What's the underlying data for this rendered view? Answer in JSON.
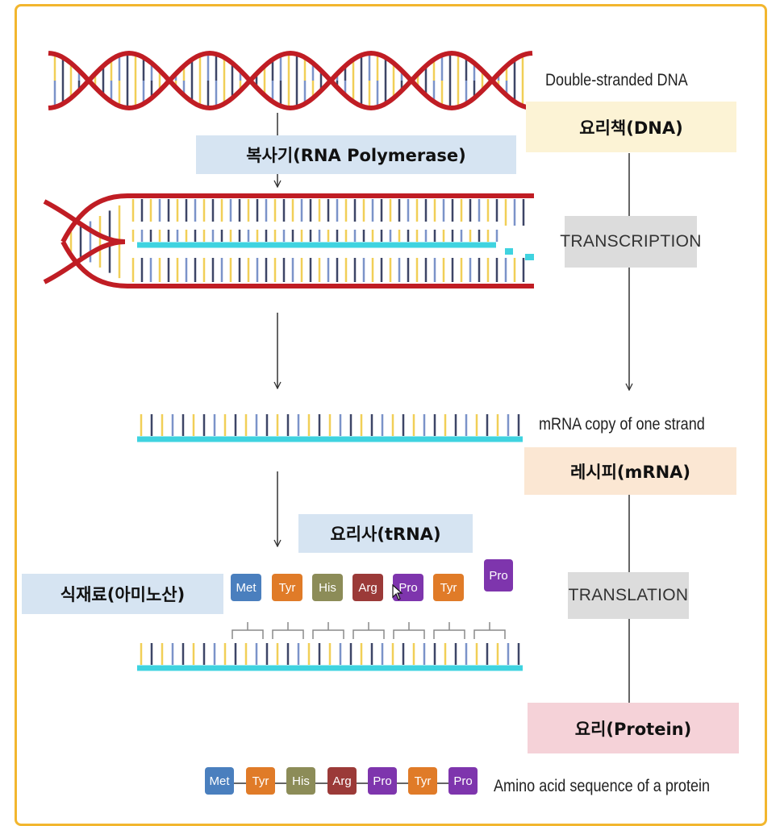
{
  "labels": {
    "dna_caption": "Double-stranded DNA",
    "cookbook": "요리책(DNA)",
    "polymerase": "복사기(RNA Polymerase)",
    "transcription": "TRANSCRIPTION",
    "mrna_caption": "mRNA copy of one strand",
    "recipe": "레시피(mRNA)",
    "cook": "요리사(tRNA)",
    "ingredients": "식재료(아미노산)",
    "translation": "TRANSLATION",
    "dish": "요리(Protein)",
    "protein_caption": "Amino acid sequence of a protein"
  },
  "trna_row": [
    "Met",
    "Tyr",
    "His",
    "Arg",
    "Pro",
    "Tyr"
  ],
  "free_amino_acid": "Pro",
  "protein_sequence": [
    "Met",
    "Tyr",
    "His",
    "Arg",
    "Pro",
    "Tyr",
    "Pro"
  ],
  "colors": {
    "frame": "#f2b62e",
    "dna_strand": "#c01d24",
    "rna_strand": "#3fd3e0",
    "base_yellow": "#f1cf57",
    "base_dark": "#3d4566",
    "base_blue": "#7b93c9",
    "cookbook_bg": "#fcf3d5",
    "polymerase_bg": "#d6e4f2",
    "recipe_bg": "#fbe7d3",
    "dish_bg": "#f5d2d8",
    "process_bg": "#dcdcdc",
    "Met": "#4a7fbe",
    "Tyr": "#e07b28",
    "His": "#8c8c58",
    "Arg": "#9b3a38",
    "Pro": "#7e35ad"
  }
}
